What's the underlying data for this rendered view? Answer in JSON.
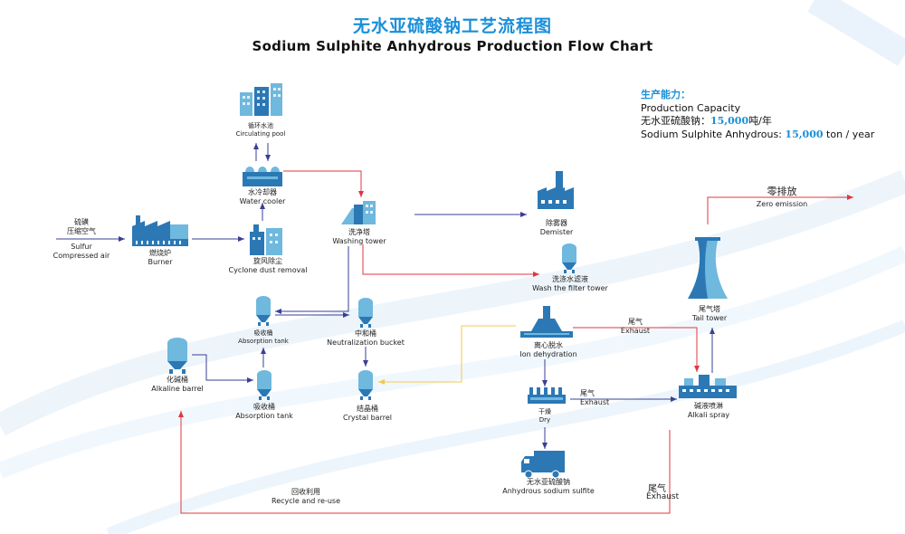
{
  "title": {
    "cn": "无水亚硫酸钠工艺流程图",
    "en": "Sodium Sulphite Anhydrous Production Flow Chart"
  },
  "capacity": {
    "heading": "生产能力：",
    "label_en": "Production Capacity",
    "line_cn_prefix": "无水亚硫酸钠：",
    "line_cn_value": "15,000",
    "line_cn_unit": "吨/年",
    "line_en_prefix": "Sodium Sulphite Anhydrous: ",
    "line_en_value": "15,000",
    "line_en_unit": " ton / year"
  },
  "inputs": {
    "cn_1": "硫磺",
    "cn_2": "压缩空气",
    "en_1": "Sulfur",
    "en_2": "Compressed air"
  },
  "nodes": {
    "burner": {
      "cn": "燃烧炉",
      "en": "Burner"
    },
    "cyclone": {
      "cn": "旋风除尘",
      "en": "Cyclone dust removal"
    },
    "water_cooler": {
      "cn": "水冷却器",
      "en": "Water cooler"
    },
    "circ_pool": {
      "cn": "循环水池",
      "en": "Circulating pool"
    },
    "washing_tower": {
      "cn": "洗净塔",
      "en": "Washing tower"
    },
    "demister": {
      "cn": "除雾器",
      "en": "Demister"
    },
    "filter_tower": {
      "cn": "洗涤水滤液",
      "en": "Wash the filter tower"
    },
    "absorb_1": {
      "cn": "吸收桶",
      "en": "Absorption tank"
    },
    "neutral": {
      "cn": "中和桶",
      "en": "Neutralization bucket"
    },
    "alkaline": {
      "cn": "化碱桶",
      "en": "Alkaline barrel"
    },
    "absorb_2": {
      "cn": "吸收桶",
      "en": "Absorption tank"
    },
    "crystal": {
      "cn": "结晶桶",
      "en": "Crystal barrel"
    },
    "ion_dehyd": {
      "cn": "离心脱水",
      "en": "Ion dehydration"
    },
    "dry": {
      "cn": "干燥",
      "en": "Dry"
    },
    "product": {
      "cn": "无水亚硫酸钠",
      "en": "Anhydrous sodium sulfite"
    },
    "tail_tower": {
      "cn": "尾气塔",
      "en": "Tail tower"
    },
    "alkali_spray": {
      "cn": "碱液喷淋",
      "en": "Alkali spray"
    }
  },
  "edge_labels": {
    "zero_cn": "零排放",
    "zero_en": "Zero emission",
    "exhaust1_cn": "尾气",
    "exhaust1_en": "Exhaust",
    "exhaust2_cn": "尾气",
    "exhaust2_en": "Exhaust",
    "exhaust3_cn": "尾气",
    "exhaust3_en": "Exhaust",
    "recycle_cn": "回收利用",
    "recycle_en": "Recycle and re-use"
  },
  "colors": {
    "accent": "#1a8fd8",
    "equipment": "#2b78b5",
    "equipment_light": "#6fb8de",
    "flow_blue": "#3a3f94",
    "flow_red": "#e0373e",
    "flow_yellow": "#f2c94c"
  }
}
